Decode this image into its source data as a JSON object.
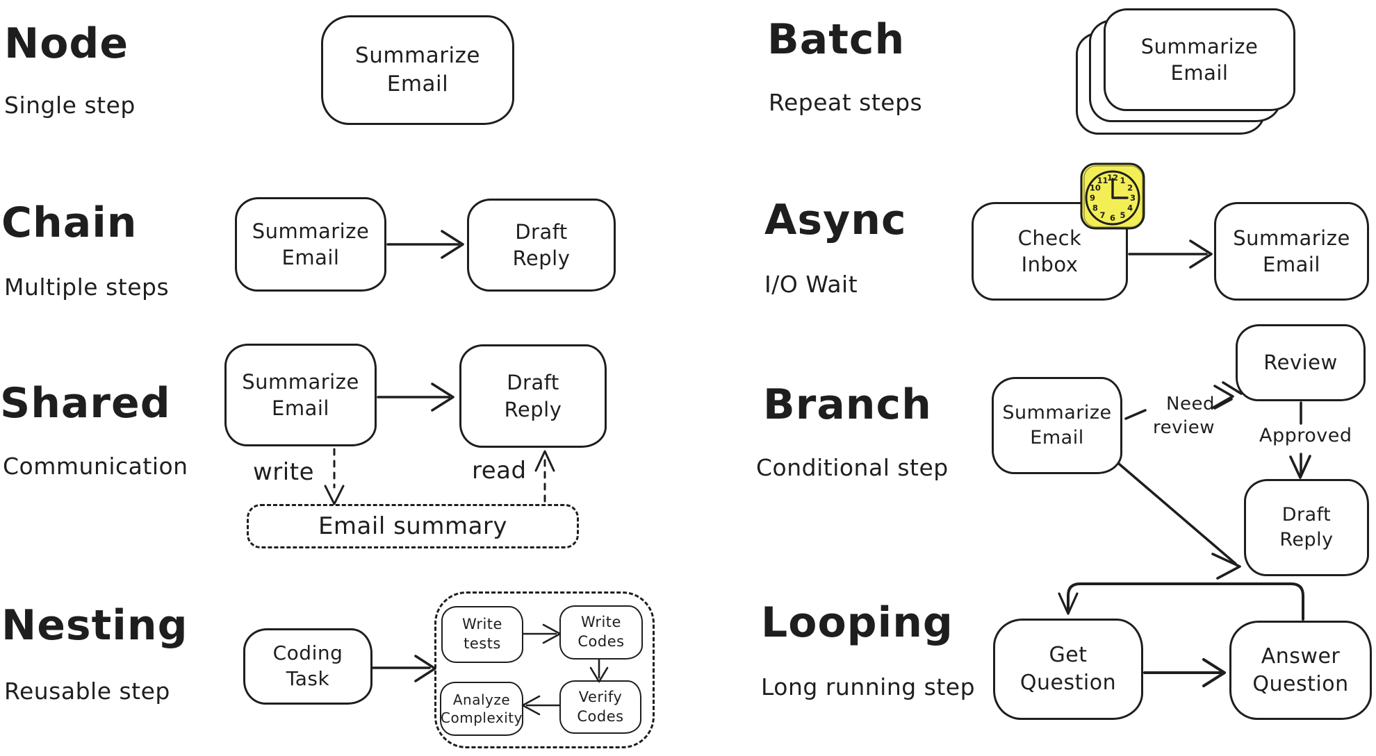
{
  "canvas": {
    "background": "#ffffff",
    "ink_color": "#1e1e1e",
    "clock_yellow": "#f3ee55"
  },
  "sections": {
    "node": {
      "title": "Node",
      "subtitle": "Single step",
      "box": "Summarize\nEmail"
    },
    "batch": {
      "title": "Batch",
      "subtitle": "Repeat steps",
      "box": "Summarize\nEmail"
    },
    "chain": {
      "title": "Chain",
      "subtitle": "Multiple steps",
      "box1": "Summarize\nEmail",
      "box2": "Draft\nReply"
    },
    "async": {
      "title": "Async",
      "subtitle": "I/O Wait",
      "box1": "Check\nInbox",
      "box2": "Summarize\nEmail",
      "clock_numbers": [
        "12",
        "1",
        "2",
        "3",
        "4",
        "5",
        "6",
        "7",
        "8",
        "9",
        "10",
        "11"
      ]
    },
    "shared": {
      "title": "Shared",
      "subtitle": "Communication",
      "box1": "Summarize\nEmail",
      "box2": "Draft\nReply",
      "write_label": "write",
      "read_label": "read",
      "store": "Email summary"
    },
    "branch": {
      "title": "Branch",
      "subtitle": "Conditional step",
      "box1": "Summarize\nEmail",
      "box_review": "Review",
      "box_draft": "Draft\nReply",
      "label_need_review": "Need\nreview",
      "label_approved": "Approved"
    },
    "nesting": {
      "title": "Nesting",
      "subtitle": "Reusable step",
      "box": "Coding\nTask",
      "inner1": "Write\ntests",
      "inner2": "Write\nCodes",
      "inner3": "Verify\nCodes",
      "inner4": "Analyze\nComplexity"
    },
    "looping": {
      "title": "Looping",
      "subtitle": "Long running step",
      "box1": "Get\nQuestion",
      "box2": "Answer\nQuestion"
    }
  }
}
